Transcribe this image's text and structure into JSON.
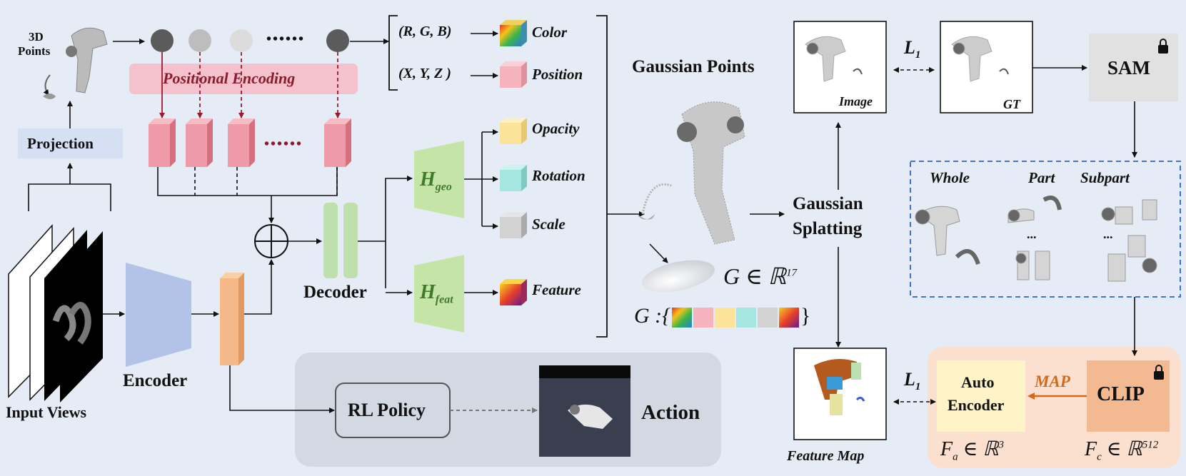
{
  "colors": {
    "background": "#e6ecf6",
    "pe_band": "#f4c2cc",
    "pe_text": "#8b1a2e",
    "token": "#ef9aa8",
    "encoder": "#b3c3e8",
    "feat_vec": "#f5b888",
    "decoder": "#bfe0ac",
    "heads": "#c5e5a8",
    "heads_text": "#3f7a2c",
    "rl_panel": "#d3d9e3",
    "clip_panel": "#fbe0cf",
    "clip": "#f3b990",
    "autoenc": "#fff3c8",
    "map_arrow": "#d26a1c",
    "sam": "#e1e1e1",
    "dashed_box": "#2f63c8"
  },
  "icons": [
    "robot-arm-icon",
    "lock-icon",
    "color-cube-icon",
    "plus-circle-icon"
  ],
  "input": {
    "points_label_1": "3D",
    "points_label_2": "Points",
    "projection": "Projection",
    "views_label": "Input Views"
  },
  "encoding": {
    "pe_label": "Positional Encoding",
    "dots": "••••••"
  },
  "encoder_label": "Encoder",
  "decoder_label": "Decoder",
  "attributes": {
    "rgb": "(R, G, B)",
    "color": "Color",
    "xyz": "(X, Y, Z )",
    "position": "Position",
    "opacity": "Opacity",
    "rotation": "Rotation",
    "scale": "Scale",
    "feature": "Feature"
  },
  "heads": {
    "geo_main": "H",
    "geo_sub": "geo",
    "feat_main": "H",
    "feat_sub": "feat"
  },
  "gaussian": {
    "points_label": "Gaussian Points",
    "splat_line1": "Gaussian",
    "splat_line2": "Splatting",
    "g_eq": "G ∈ ℝ",
    "g_dim": "17",
    "g_set_prefix": "G :{",
    "g_set_suffix": "}"
  },
  "render": {
    "image_label": "Image",
    "gt_label": "GT",
    "l1_main": "L",
    "l1_sub": "1",
    "sam": "SAM",
    "feature_map_label": "Feature Map"
  },
  "segments": {
    "whole": "Whole",
    "part": "Part",
    "subpart": "Subpart",
    "ellipsis": "..."
  },
  "clip_block": {
    "auto_line1": "Auto",
    "auto_line2": "Encoder",
    "map": "MAP",
    "clip": "CLIP",
    "fa": "F",
    "fa_sub": "a",
    "fa_eq": "∈ ℝ",
    "fa_dim": "3",
    "fc": "F",
    "fc_sub": "c",
    "fc_eq": "∈ ℝ",
    "fc_dim": "512"
  },
  "policy": {
    "rl": "RL Policy",
    "action": "Action"
  }
}
